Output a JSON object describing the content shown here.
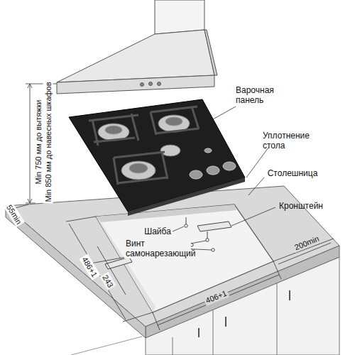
{
  "diagram": {
    "labels": [
      "Варочная панель",
      "Уплотнение стола",
      "Столешница",
      "Кронштейн",
      "Шайба",
      "Винт самонарезающий",
      "Min 750 мм до вытяжки",
      "Min 850 мм до навесных шкафов",
      "55min",
      "486+1",
      "243",
      "406+1",
      "200min"
    ]
  }
}
